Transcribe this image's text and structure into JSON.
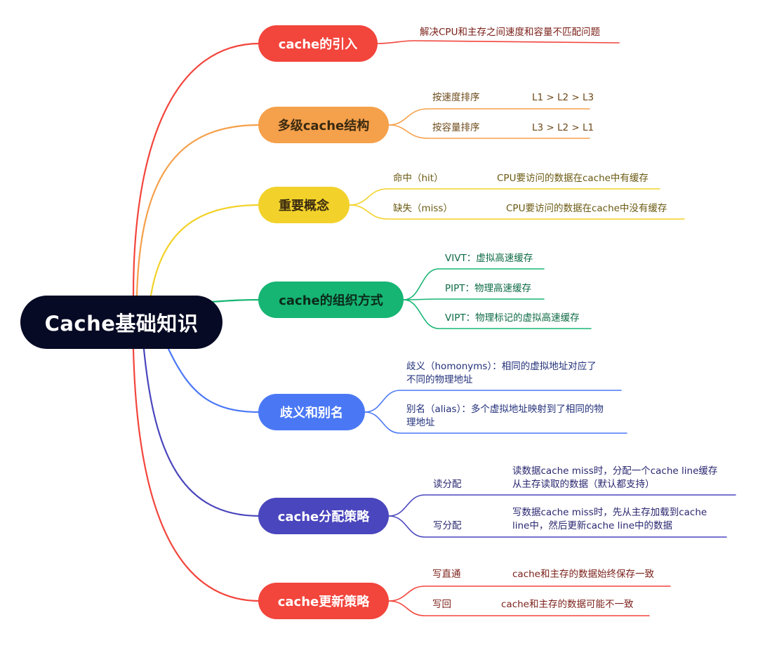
{
  "root": {
    "label": "Cache基础知识",
    "color": "#070a24"
  },
  "branches": [
    {
      "label": "cache的引入",
      "color": "#f2453c",
      "text_color": "#ffffff",
      "items": [
        {
          "text": "解决CPU和主存之间速度和容量不匹配问题"
        }
      ]
    },
    {
      "label": "多级cache结构",
      "color": "#f5a04a",
      "text_color": "#3a2a10",
      "items": [
        {
          "label": "按速度排序",
          "value": "L1 > L2 > L3"
        },
        {
          "label": "按容量排序",
          "value": "L3 > L2 > L1"
        }
      ]
    },
    {
      "label": "重要概念",
      "color": "#f2d22a",
      "text_color": "#3a2a10",
      "items": [
        {
          "label": "命中（hit）",
          "value": "CPU要访问的数据在cache中有缓存"
        },
        {
          "label": "缺失（miss）",
          "value": "CPU要访问的数据在cache中没有缓存"
        }
      ]
    },
    {
      "label": "cache的组织方式",
      "color": "#16b573",
      "text_color": "#0c2a1a",
      "items": [
        {
          "text": "VIVT：虚拟高速缓存"
        },
        {
          "text": "PIPT：物理高速缓存"
        },
        {
          "text": "VIPT：物理标记的虚拟高速缓存"
        }
      ]
    },
    {
      "label": "歧义和别名",
      "color": "#4a78f5",
      "text_color": "#ffffff",
      "items": [
        {
          "line1": "歧义（homonyms）：相同的虚拟地址对应了",
          "line2": "不同的物理地址"
        },
        {
          "line1": "别名（alias）：多个虚拟地址映射到了相同的物",
          "line2": "理地址"
        }
      ]
    },
    {
      "label": "cache分配策略",
      "color": "#4a46bd",
      "text_color": "#ffffff",
      "items": [
        {
          "label": "读分配",
          "line1": "读数据cache miss时，分配一个cache line缓存",
          "line2": "从主存读取的数据（默认都支持）"
        },
        {
          "label": "写分配",
          "line1": "写数据cache miss时，先从主存加载到cache",
          "line2": "line中，然后更新cache line中的数据"
        }
      ]
    },
    {
      "label": "cache更新策略",
      "color": "#f2453c",
      "text_color": "#ffffff",
      "items": [
        {
          "label": "写直通",
          "value": "cache和主存的数据始终保存一致"
        },
        {
          "label": "写回",
          "value": "cache和主存的数据可能不一致"
        }
      ]
    }
  ]
}
